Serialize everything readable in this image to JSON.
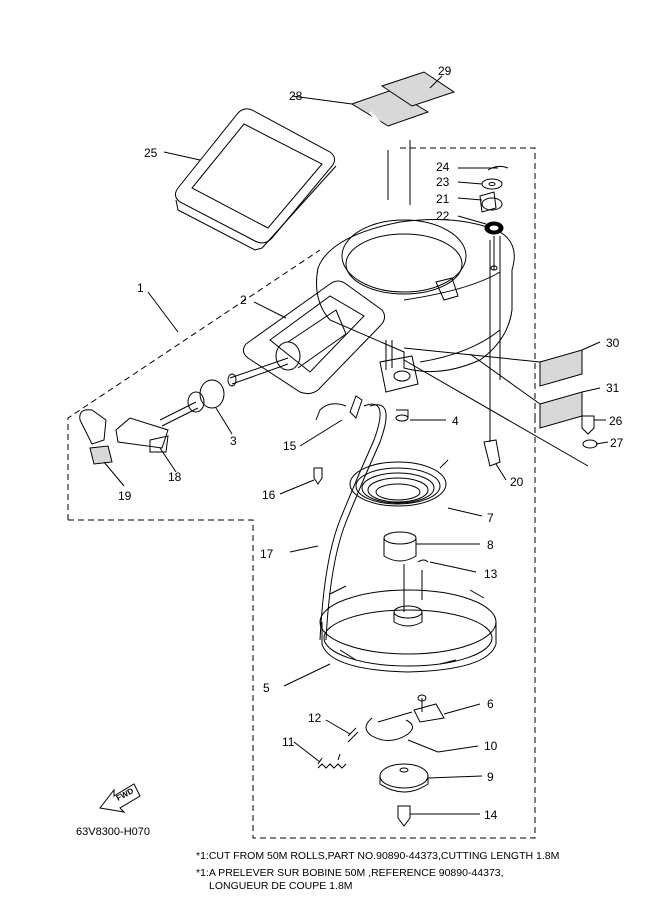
{
  "callouts": [
    "1",
    "2",
    "3",
    "4",
    "5",
    "6",
    "7",
    "8",
    "9",
    "10",
    "11",
    "12",
    "13",
    "14",
    "15",
    "16",
    "17",
    "18",
    "19",
    "20",
    "21",
    "22",
    "23",
    "24",
    "25",
    "26",
    "27",
    "28",
    "29",
    "30",
    "31"
  ],
  "fwd_label": "FWD",
  "diagram_code": "63V8300-H070",
  "notes": {
    "line1": "*1:CUT FROM 50M ROLLS,PART NO.90890-44373,CUTTING LENGTH 1.8M",
    "line2": "*1:A PRELEVER SUR BOBINE 50M ,REFERENCE 90890-44373,",
    "line3": "LONGUEUR DE COUPE 1.8M"
  }
}
